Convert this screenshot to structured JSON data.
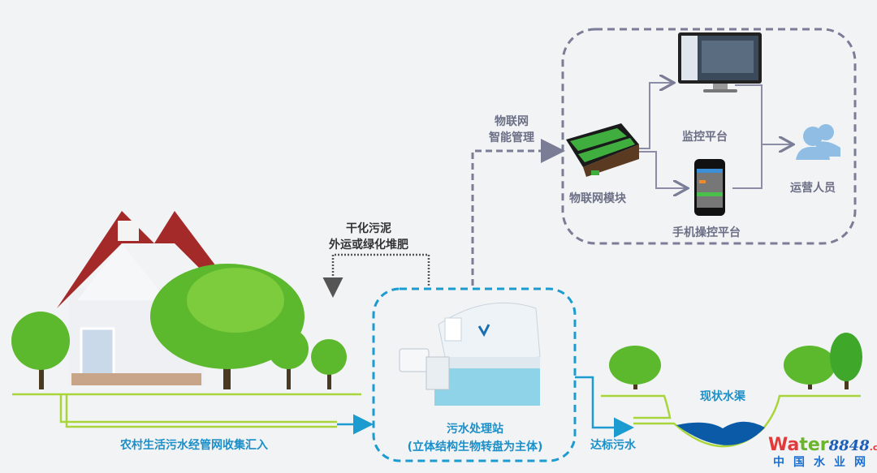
{
  "iot_box": {
    "module_label": "物联网模块",
    "monitor_label": "监控平台",
    "mobile_label": "手机操控平台",
    "operators_label": "运营人员"
  },
  "iot_link_label": [
    "物联网",
    "智能管理"
  ],
  "sludge_label": [
    "干化污泥",
    "外运或绿化堆肥"
  ],
  "collection_label": "农村生活污水经管网收集汇入",
  "station": {
    "title": "污水处理站",
    "subtitle": "(立体结构生物转盘为主体)"
  },
  "effluent_label": "达标污水",
  "channel_label": "现状水渠",
  "watermark": {
    "brand_a": "Wa",
    "brand_b": "ter",
    "brand_num": "8848",
    "brand_dom": ".com",
    "brand_cn": "中国水业网"
  },
  "colors": {
    "blue": "#1b8fc8",
    "gray": "#6b6f86",
    "green_line": "#a8d63a",
    "water": "#0a5aa8"
  }
}
